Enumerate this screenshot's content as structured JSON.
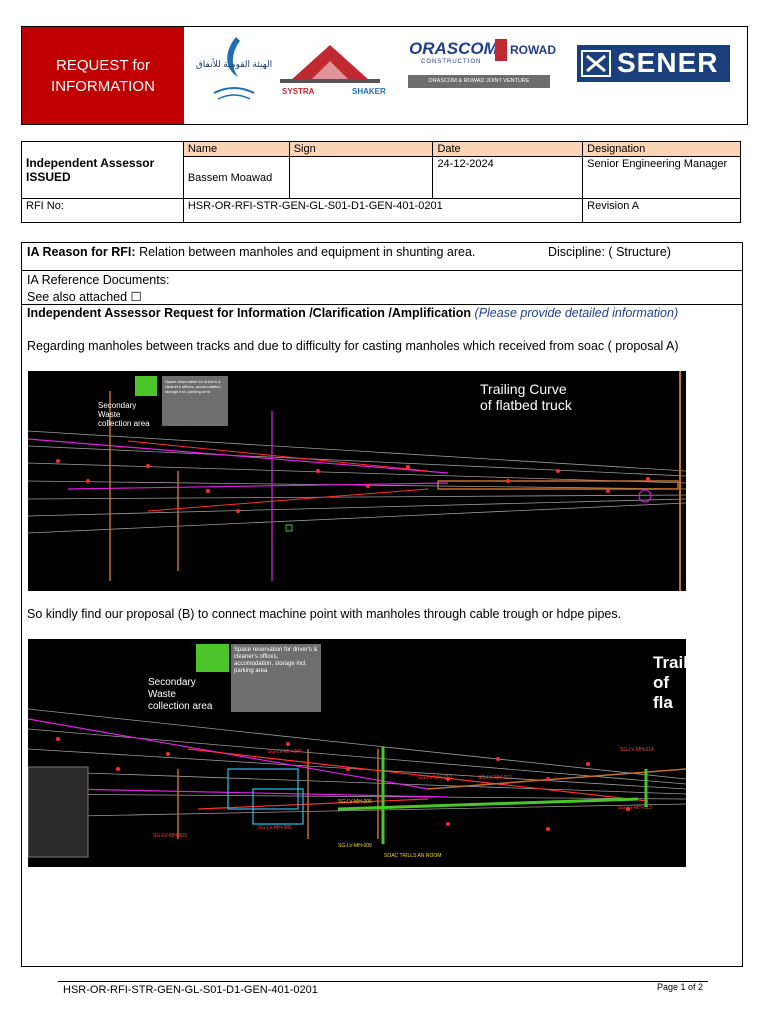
{
  "header": {
    "title_line1": "REQUEST for",
    "title_line2": "INFORMATION",
    "logos": {
      "nat": "الهيئة القومية للأنفاق",
      "systra": "SYSTRA",
      "shaker": "SHAKER",
      "orascom": "ORASCOM",
      "orascom_sub": "CONSTRUCTION",
      "rowad": "ROWAD",
      "jv": "ORASCOM & ROWAD JOINT VENTURE",
      "sener": "SENER"
    }
  },
  "assessor": {
    "role": "Independent Assessor ISSUED",
    "col_name": "Name",
    "col_sign": "Sign",
    "col_date": "Date",
    "col_designation": "Designation",
    "name": "Bassem Moawad",
    "sign": "",
    "date": "24-12-2024",
    "designation": "Senior Engineering Manager",
    "rfi_label": "RFI No:",
    "rfi_no": "HSR-OR-RFI-STR-GEN-GL-S01-D1-GEN-401-0201",
    "revision": "Revision A"
  },
  "body": {
    "reason_label": "IA Reason for RFI:",
    "reason_text": "Relation between manholes and equipment in shunting area.",
    "discipline": "Discipline:  ( Structure)",
    "ref_docs": "IA Reference Documents:",
    "see_attached": "See also attached ☐",
    "request_heading": "Independent Assessor Request for Information /Clarification /Amplification",
    "request_note": "(Please provide detailed information)",
    "para_a": "Regarding manholes between tracks and due to difficulty for casting manholes which received from soac ( proposal A)",
    "para_b": "So kindly find our  proposal (B) to connect machine point with manholes through cable trough or hdpe pipes."
  },
  "drawing_a": {
    "title1": "Trailing Curve",
    "title2": "of flatbed truck",
    "waste1": "Secondary",
    "waste2": "Waste",
    "waste3": "collection area",
    "reservation": "Space reservation for driver's & cleaner's offices, accomodation, storage incl. parking area"
  },
  "drawing_b": {
    "title1": "Trail",
    "title2": "of fla",
    "waste1": "Secondary",
    "waste2": "Waste",
    "waste3": "collection area",
    "reservation": "Space reservation for driver's & cleaner's offices, accomodation, storage incl. parking area",
    "mh_labels": [
      "SG-LV-MH-003",
      "SG-LV-MH-004",
      "SG-LV-MH-005",
      "SG-LV-MH-006",
      "SG-LV-MH-009",
      "SG-LV-MH-010",
      "SG-LV-MH-012",
      "SG-LV-MH-013",
      "SG-LV-MH-014"
    ],
    "room": "SOAC TRILLS AN ROOM"
  },
  "footer": {
    "doc_no": "HSR-OR-RFI-STR-GEN-GL-S01-D1-GEN-401-0201",
    "page": "Page  1 of 2"
  }
}
